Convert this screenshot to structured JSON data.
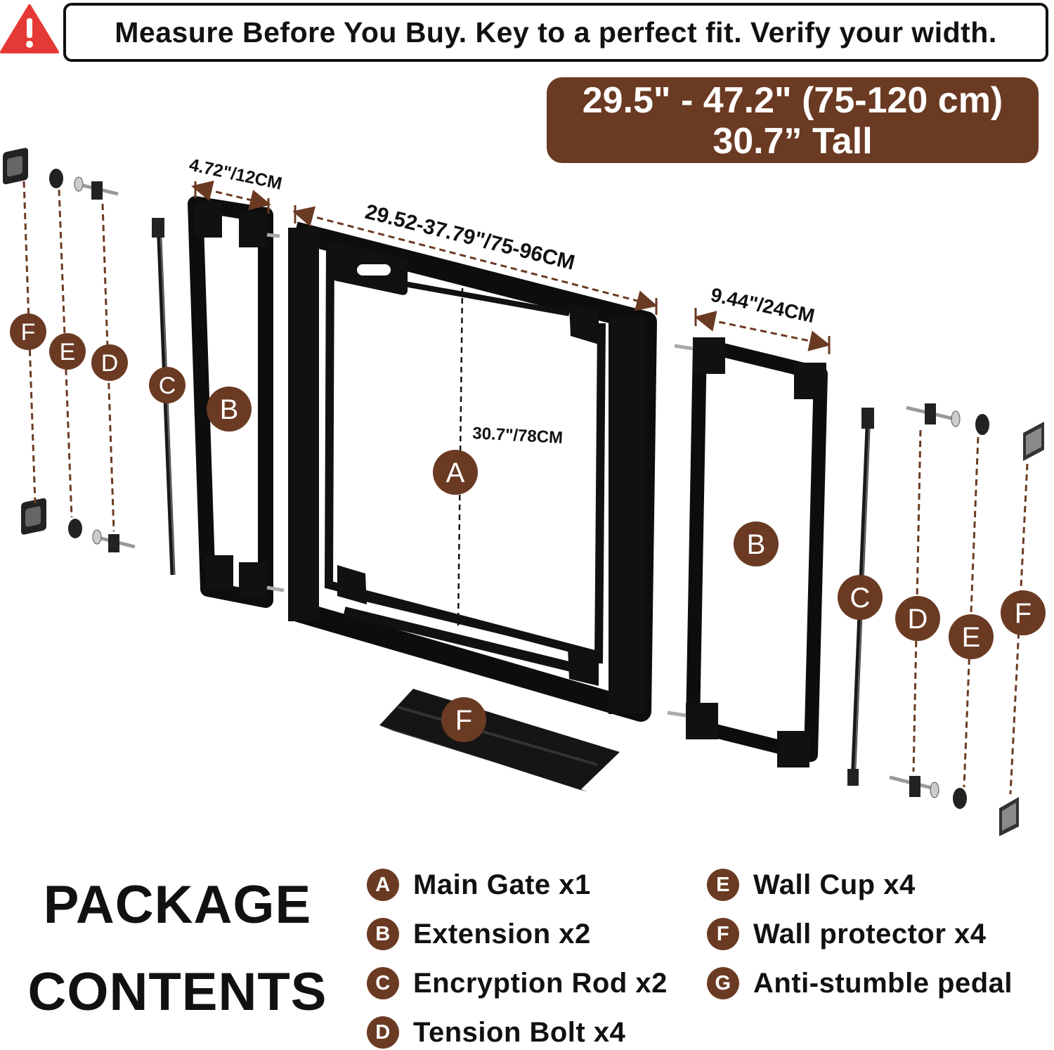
{
  "banner": {
    "warning_icon": "warning-exclamation-icon",
    "text": "Measure Before You Buy. Key to a perfect fit. Verify your width."
  },
  "size_range": {
    "width_line": "29.5\" - 47.2\" (75-120 cm)",
    "height_line": "30.7” Tall"
  },
  "dimensions": {
    "extension_small": "4.72\"/12CM",
    "main_gate_width": "29.52-37.79\"/75-96CM",
    "extension_large": "9.44\"/24CM",
    "gate_height": "30.7\"/78CM"
  },
  "diagram_labels": {
    "F": "F",
    "E": "E",
    "D": "D",
    "C": "C",
    "B": "B",
    "A": "A"
  },
  "package": {
    "title_line1": "PACKAGE",
    "title_line2": "CONTENTS",
    "items": [
      {
        "letter": "A",
        "text": "Main Gate x1"
      },
      {
        "letter": "B",
        "text": "Extension x2"
      },
      {
        "letter": "C",
        "text": "Encryption Rod x2"
      },
      {
        "letter": "D",
        "text": "Tension Bolt x4"
      },
      {
        "letter": "E",
        "text": "Wall Cup x4"
      },
      {
        "letter": "F",
        "text": "Wall protector x4"
      },
      {
        "letter": "G",
        "text": "Anti-stumble pedal"
      }
    ]
  },
  "colors": {
    "accent_brown": "#6b3a22",
    "warning_red": "#e53935",
    "part_black": "#111111"
  }
}
